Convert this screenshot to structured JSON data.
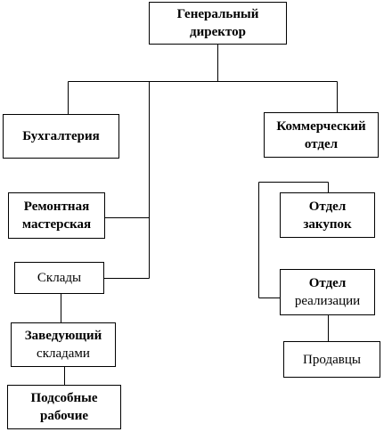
{
  "nodes": {
    "general_director": {
      "lines": [
        "Генеральный",
        "директор"
      ]
    },
    "accounting": {
      "lines": [
        "Бухгалтерия"
      ]
    },
    "commercial_department": {
      "lines": [
        "Коммерческий",
        "отдел"
      ]
    },
    "repair_workshop": {
      "lines": [
        "Ремонтная",
        "мастерская"
      ]
    },
    "warehouses": {
      "lines": [
        "Склады"
      ]
    },
    "warehouse_manager": {
      "lines": [
        "Заведующий",
        "складами"
      ]
    },
    "auxiliary_workers": {
      "lines": [
        "Подсобные",
        "рабочие"
      ]
    },
    "purchasing_department": {
      "lines": [
        "Отдел",
        "закупок"
      ]
    },
    "sales_department": {
      "lines": [
        "Отдел",
        "реализации"
      ]
    },
    "sellers": {
      "lines": [
        "Продавцы"
      ]
    }
  }
}
